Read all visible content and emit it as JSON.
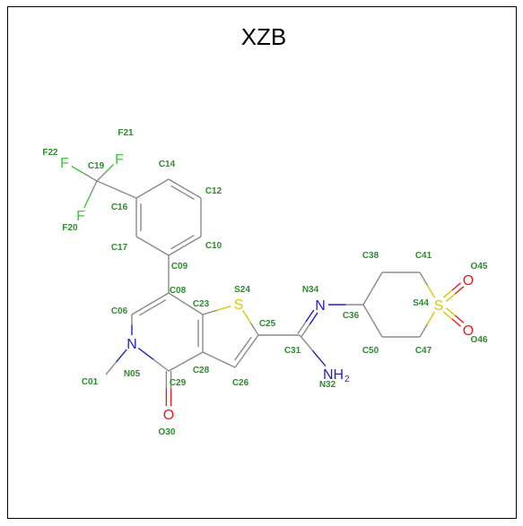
{
  "title": "XZB",
  "colors": {
    "label": "#2e8b2e",
    "bond": "#8a8a8a",
    "fluorine": "#33cc33",
    "sulfur": "#d9c800",
    "nitrogen": "#1f1fcc",
    "oxygen": "#e02020"
  },
  "atoms": [
    {
      "id": "C01",
      "label": "C01"
    },
    {
      "id": "N05",
      "label": "N05",
      "element": "N"
    },
    {
      "id": "C06",
      "label": "C06"
    },
    {
      "id": "C08",
      "label": "C08"
    },
    {
      "id": "C09",
      "label": "C09"
    },
    {
      "id": "C10",
      "label": "C10"
    },
    {
      "id": "C12",
      "label": "C12"
    },
    {
      "id": "C14",
      "label": "C14"
    },
    {
      "id": "C16",
      "label": "C16"
    },
    {
      "id": "C17",
      "label": "C17"
    },
    {
      "id": "C19",
      "label": "C19"
    },
    {
      "id": "F20",
      "label": "F20",
      "element": "F"
    },
    {
      "id": "F21",
      "label": "F21",
      "element": "F"
    },
    {
      "id": "F22",
      "label": "F22",
      "element": "F"
    },
    {
      "id": "C23",
      "label": "C23"
    },
    {
      "id": "S24",
      "label": "S24",
      "element": "S"
    },
    {
      "id": "C25",
      "label": "C25"
    },
    {
      "id": "C26",
      "label": "C26"
    },
    {
      "id": "C28",
      "label": "C28"
    },
    {
      "id": "C29",
      "label": "C29"
    },
    {
      "id": "O30",
      "label": "O30",
      "element": "O"
    },
    {
      "id": "C31",
      "label": "C31"
    },
    {
      "id": "N32",
      "label": "N32",
      "element": "NH2"
    },
    {
      "id": "N34",
      "label": "N34",
      "element": "N"
    },
    {
      "id": "C36",
      "label": "C36"
    },
    {
      "id": "C38",
      "label": "C38"
    },
    {
      "id": "C41",
      "label": "C41"
    },
    {
      "id": "S44",
      "label": "S44",
      "element": "S"
    },
    {
      "id": "O45",
      "label": "O45",
      "element": "O"
    },
    {
      "id": "O46",
      "label": "O46",
      "element": "O"
    },
    {
      "id": "C47",
      "label": "C47"
    },
    {
      "id": "C50",
      "label": "C50"
    }
  ],
  "bonds": [
    {
      "a": "C01",
      "b": "N05",
      "order": 1
    },
    {
      "a": "N05",
      "b": "C06",
      "order": 1
    },
    {
      "a": "C06",
      "b": "C08",
      "order": 2
    },
    {
      "a": "C08",
      "b": "C23",
      "order": 1
    },
    {
      "a": "C23",
      "b": "C28",
      "order": 2
    },
    {
      "a": "C28",
      "b": "C29",
      "order": 1
    },
    {
      "a": "C29",
      "b": "N05",
      "order": 1
    },
    {
      "a": "C29",
      "b": "O30",
      "order": 2
    },
    {
      "a": "C08",
      "b": "C09",
      "order": 1
    },
    {
      "a": "C09",
      "b": "C10",
      "order": 2
    },
    {
      "a": "C10",
      "b": "C12",
      "order": 1
    },
    {
      "a": "C12",
      "b": "C14",
      "order": 2
    },
    {
      "a": "C14",
      "b": "C16",
      "order": 1
    },
    {
      "a": "C16",
      "b": "C17",
      "order": 2
    },
    {
      "a": "C17",
      "b": "C09",
      "order": 1
    },
    {
      "a": "C16",
      "b": "C19",
      "order": 1
    },
    {
      "a": "C19",
      "b": "F20",
      "order": 1
    },
    {
      "a": "C19",
      "b": "F21",
      "order": 1
    },
    {
      "a": "C19",
      "b": "F22",
      "order": 1
    },
    {
      "a": "C23",
      "b": "S24",
      "order": 1
    },
    {
      "a": "S24",
      "b": "C25",
      "order": 1
    },
    {
      "a": "C25",
      "b": "C26",
      "order": 2
    },
    {
      "a": "C26",
      "b": "C28",
      "order": 1
    },
    {
      "a": "C25",
      "b": "C31",
      "order": 1
    },
    {
      "a": "C31",
      "b": "N32",
      "order": 1
    },
    {
      "a": "C31",
      "b": "N34",
      "order": 2
    },
    {
      "a": "N34",
      "b": "C36",
      "order": 1
    },
    {
      "a": "C36",
      "b": "C38",
      "order": 1
    },
    {
      "a": "C38",
      "b": "C41",
      "order": 1
    },
    {
      "a": "C41",
      "b": "S44",
      "order": 1
    },
    {
      "a": "S44",
      "b": "C47",
      "order": 1
    },
    {
      "a": "C47",
      "b": "C50",
      "order": 1
    },
    {
      "a": "C50",
      "b": "C36",
      "order": 1
    },
    {
      "a": "S44",
      "b": "O45",
      "order": 2
    },
    {
      "a": "S44",
      "b": "O46",
      "order": 2
    }
  ]
}
